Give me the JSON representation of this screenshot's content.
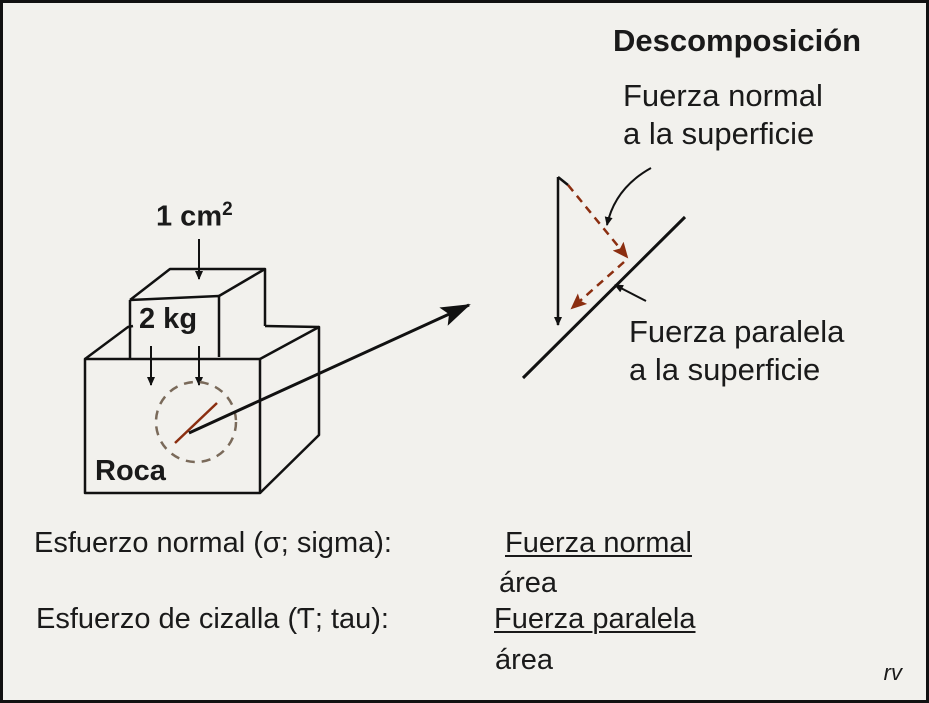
{
  "title": "Descomposición",
  "area_label": {
    "base": "1 cm",
    "exponent": "2"
  },
  "load_label": "2 kg",
  "rock_label": "Roca",
  "normal_force": {
    "line1": "Fuerza normal",
    "line2": "a la superficie"
  },
  "parallel_force": {
    "line1": "Fuerza paralela",
    "line2": "a la superficie"
  },
  "normal_stress": {
    "label": "Esfuerzo normal (σ; sigma):",
    "numerator": "Fuerza normal",
    "denominator": "área"
  },
  "shear_stress": {
    "label": "Esfuerzo de cizalla (Ƭ; tau):",
    "numerator": "Fuerza paralela",
    "denominator": "área"
  },
  "signature": "rv",
  "colors": {
    "line": "#111111",
    "component_arrow": "#8b2e10",
    "circle": "#7a6a5a",
    "background": "#f2f1ed"
  }
}
